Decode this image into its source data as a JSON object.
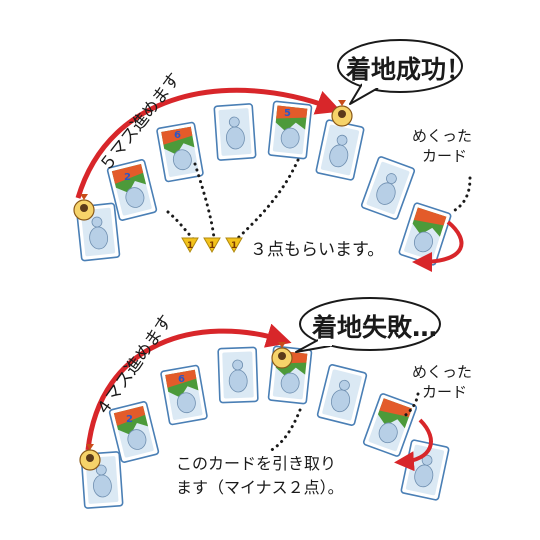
{
  "top": {
    "arc_label": "５マス進めます",
    "bubble": "着地成功！",
    "flip_note_line1": "めくった",
    "flip_note_line2": "カード",
    "points_text": "３点もらいます。",
    "point_chip": "1",
    "cards": [
      {
        "kind": "ice",
        "rank": ""
      },
      {
        "kind": "green",
        "rank": "2"
      },
      {
        "kind": "green",
        "rank": "6"
      },
      {
        "kind": "ice",
        "rank": ""
      },
      {
        "kind": "green",
        "rank": "5"
      },
      {
        "kind": "ice",
        "rank": ""
      },
      {
        "kind": "ice",
        "rank": ""
      },
      {
        "kind": "green",
        "rank": ""
      }
    ]
  },
  "bottom": {
    "arc_label": "４マス進めます",
    "bubble": "着地失敗…",
    "flip_note_line1": "めくった",
    "flip_note_line2": "カード",
    "penalty_line1": "このカードを引き取り",
    "penalty_line2": "ます（マイナス２点）。",
    "cards": [
      {
        "kind": "ice",
        "rank": ""
      },
      {
        "kind": "green",
        "rank": "2"
      },
      {
        "kind": "green",
        "rank": "6"
      },
      {
        "kind": "ice",
        "rank": ""
      },
      {
        "kind": "green",
        "rank": ""
      },
      {
        "kind": "ice",
        "rank": ""
      },
      {
        "kind": "green",
        "rank": ""
      },
      {
        "kind": "ice",
        "rank": ""
      }
    ]
  },
  "colors": {
    "arc": "#d8262a",
    "card_edge": "#4a7fb5",
    "ice": "#dbe9f4",
    "green_card": "#4c9a3a",
    "chip": "#f3c21b"
  }
}
